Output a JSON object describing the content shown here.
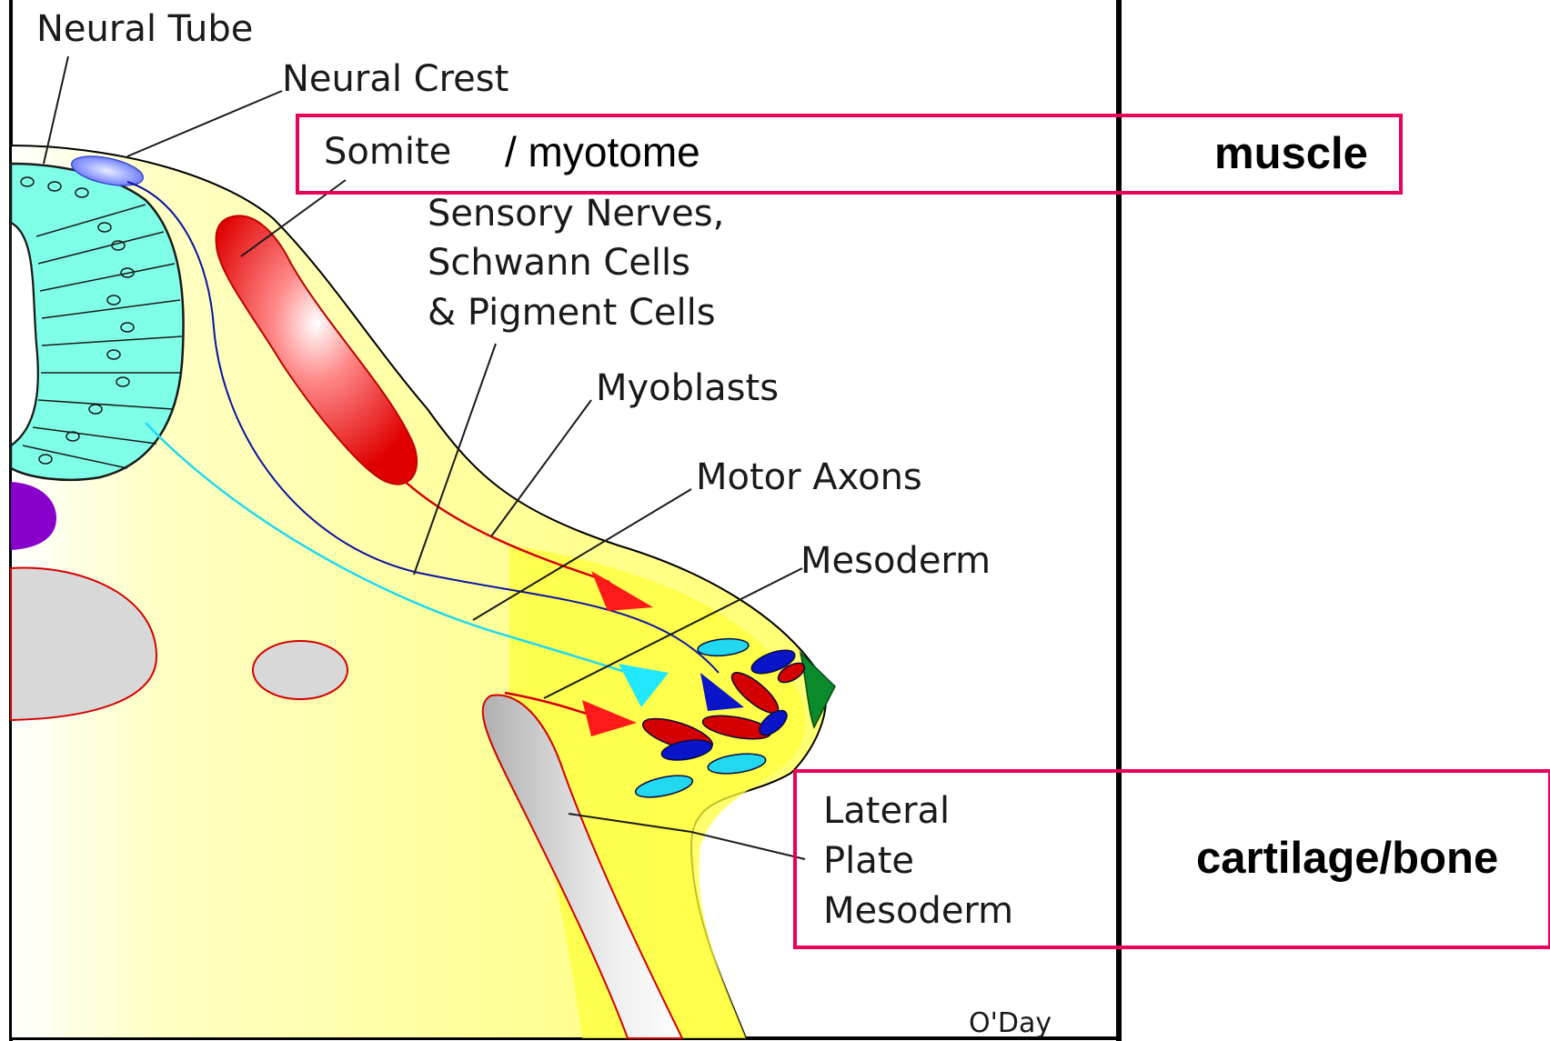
{
  "labels": {
    "neural_tube": "Neural Tube",
    "neural_crest": "Neural Crest",
    "somite": "Somite",
    "myotome": "/ myotome",
    "sensory_line1": "Sensory Nerves,",
    "sensory_line2": "Schwann Cells",
    "sensory_line3": "& Pigment Cells",
    "myoblasts": "Myoblasts",
    "motor_axons": "Motor Axons",
    "mesoderm": "Mesoderm",
    "lateral_line1": "Lateral",
    "lateral_line2": "Plate",
    "lateral_line3": "Mesoderm",
    "author": "O'Day"
  },
  "annotations": {
    "muscle": "muscle",
    "cartilage_bone": "cartilage/bone"
  },
  "colors": {
    "highlight_box": "#e8005a",
    "limb_fill": "#ffff9a",
    "limb_bud": "#ffff3a",
    "neural_tube": "#7fffe8",
    "somite": "#e00000",
    "neural_crest": "#6a7dff",
    "notochord": "#8800cc",
    "lateral_plate": "#d8d8d8",
    "ectoderm_ridge": "#0a8a2a",
    "myoblast_cells": "#d40000",
    "axon_cells": "#0a14c8",
    "crest_cells": "#22d8f0"
  }
}
